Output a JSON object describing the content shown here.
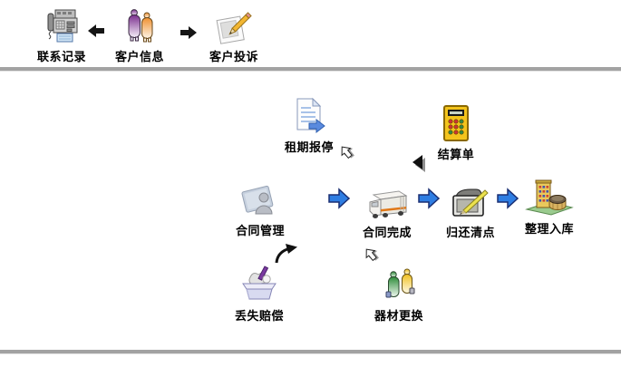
{
  "page": {
    "title": "客户与合同流程图",
    "background": "#ffffff"
  },
  "colors": {
    "flow_arrow_blue": "#2e7de2",
    "flow_arrow_blue_outline": "#1a2f73",
    "divider_gray": "#a2a2a2",
    "label_color": "#000000"
  },
  "top_flow": {
    "items": [
      {
        "label": "联系记录",
        "icon": "fax-machine"
      },
      {
        "label": "客户信息",
        "icon": "two-people-purple-orange"
      },
      {
        "label": "客户投诉",
        "icon": "note-with-pencil"
      }
    ],
    "arrows": [
      {
        "icon": "black-left-arrow",
        "direction": "left"
      },
      {
        "icon": "black-right-arrow",
        "direction": "right"
      }
    ]
  },
  "main_flow": {
    "nodes": [
      {
        "label": "租期报停",
        "icon": "document-with-arrow"
      },
      {
        "label": "结算单",
        "icon": "calculator"
      },
      {
        "label": "合同管理",
        "icon": "person-card"
      },
      {
        "label": "合同完成",
        "icon": "delivery-truck"
      },
      {
        "label": "归还清点",
        "icon": "tablet-with-pen"
      },
      {
        "label": "整理入库",
        "icon": "warehouse-buildings"
      },
      {
        "label": "丢失赔偿",
        "icon": "open-box-with-items"
      },
      {
        "label": "器材更换",
        "icon": "two-people-green-yellow"
      }
    ],
    "connector_arrows": [
      {
        "icon": "hollow-up-left-arrow"
      },
      {
        "icon": "black-left-arrow-shadow"
      },
      {
        "icon": "blue-right-arrow"
      },
      {
        "icon": "blue-right-arrow"
      },
      {
        "icon": "blue-right-arrow"
      },
      {
        "icon": "curved-up-right-arrow"
      },
      {
        "icon": "hollow-up-left-arrow"
      }
    ]
  }
}
